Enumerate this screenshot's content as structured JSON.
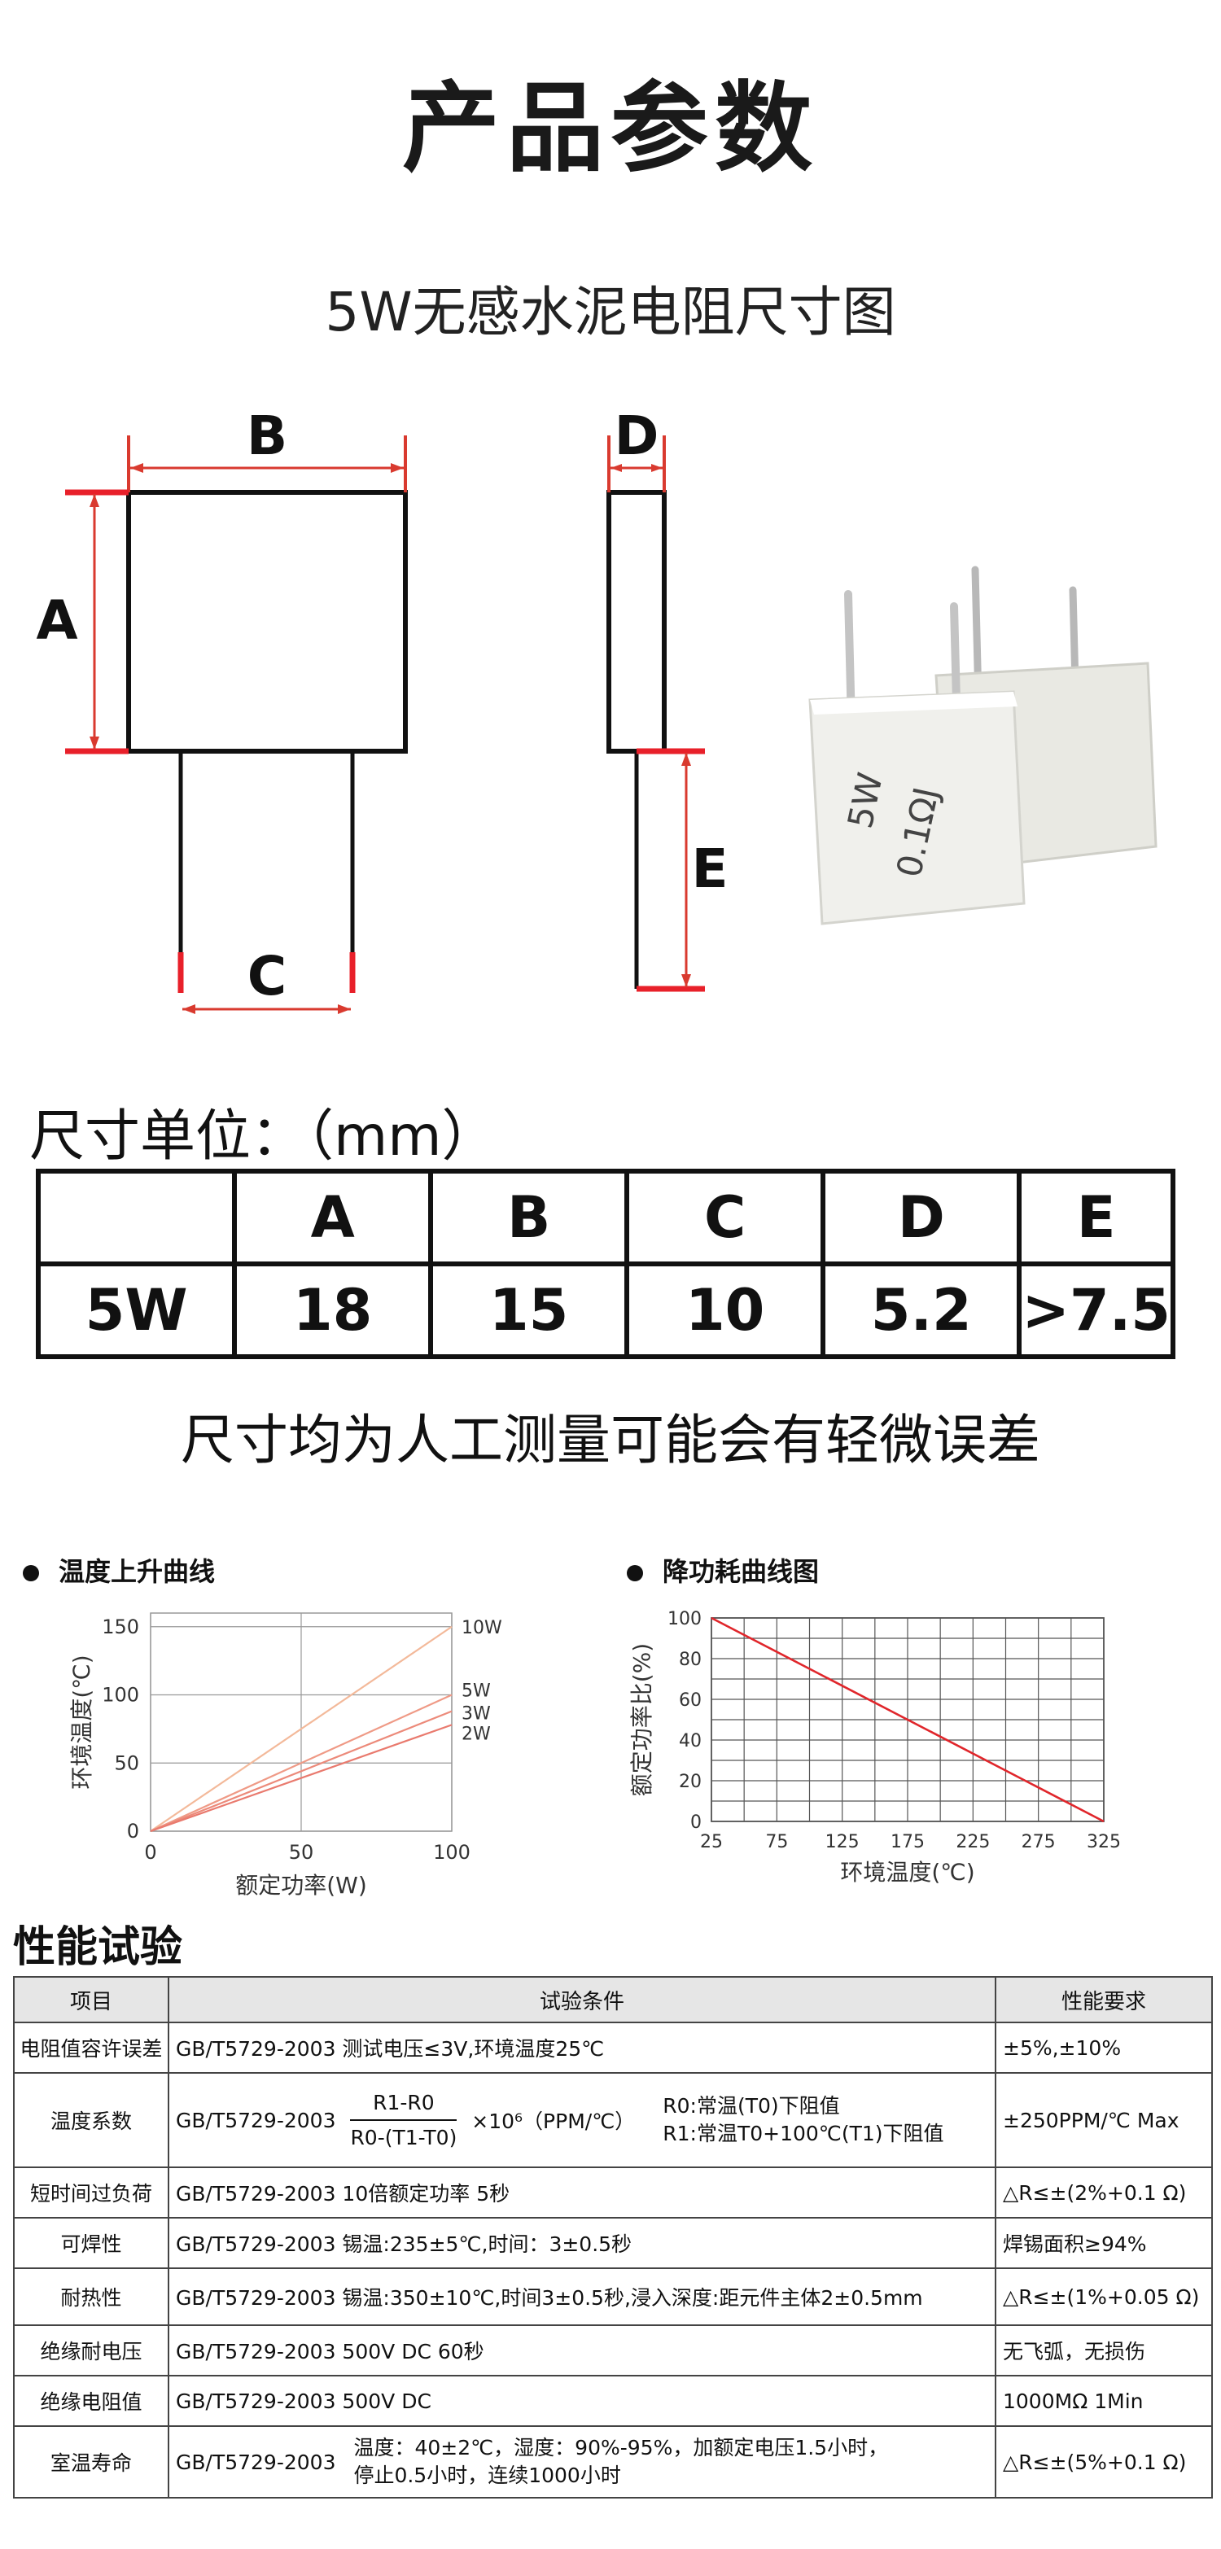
{
  "header": {
    "title": "产品参数",
    "subtitle": "5W无感水泥电阻尺寸图"
  },
  "drawing": {
    "labels": {
      "a": "A",
      "b": "B",
      "c": "C",
      "d": "D",
      "e": "E"
    },
    "resistor_marking_1": "5W",
    "resistor_marking_2": "0.1ΩJ"
  },
  "dimensions": {
    "unit_label": "尺寸单位：（mm）",
    "headers": [
      "",
      "A",
      "B",
      "C",
      "D",
      "E"
    ],
    "row": [
      "5W",
      "18",
      "15",
      "10",
      "5.2",
      ">7.5"
    ],
    "note": "尺寸均为人工测量可能会有轻微误差"
  },
  "colors": {
    "accent_red": "#e8202a",
    "line_red": "#d93a2f",
    "chart_orange": "#f0a878"
  },
  "chart_data": [
    {
      "type": "line",
      "title": "温度上升曲线",
      "xlabel": "额定功率(W)",
      "ylabel": "环境温度(℃)",
      "xlim": [
        0,
        100
      ],
      "ylim": [
        0,
        160
      ],
      "x_ticks": [
        "0",
        "50",
        "100"
      ],
      "y_ticks": [
        "0",
        "50",
        "100",
        "150"
      ],
      "grid": true,
      "series": [
        {
          "name": "10W",
          "x": [
            0,
            100
          ],
          "y": [
            0,
            150
          ]
        },
        {
          "name": "5W",
          "x": [
            0,
            100
          ],
          "y": [
            0,
            100
          ]
        },
        {
          "name": "3W",
          "x": [
            0,
            100
          ],
          "y": [
            0,
            88
          ]
        },
        {
          "name": "2W",
          "x": [
            0,
            100
          ],
          "y": [
            0,
            78
          ]
        }
      ]
    },
    {
      "type": "line",
      "title": "降功耗曲线图",
      "xlabel": "环境温度(℃)",
      "ylabel": "额定功率比(%)",
      "xlim": [
        25,
        325
      ],
      "ylim": [
        0,
        100
      ],
      "x_ticks": [
        "25",
        "75",
        "125",
        "175",
        "225",
        "275",
        "325"
      ],
      "y_ticks": [
        "0",
        "20",
        "40",
        "60",
        "80",
        "100"
      ],
      "grid": true,
      "series": [
        {
          "x": [
            25,
            325
          ],
          "y": [
            100,
            0
          ]
        }
      ]
    }
  ],
  "performance": {
    "title": "性能试验",
    "headers": [
      "项目",
      "试验条件",
      "性能要求"
    ],
    "rows": [
      {
        "item": "电阻值容许误差",
        "condition": "GB/T5729-2003   测试电压≤3V,环境温度25℃",
        "requirement": "±5%,±10%"
      },
      {
        "item": "温度系数",
        "standard": "GB/T5729-2003",
        "numerator": "R1-R0",
        "denominator": "R0-(T1-T0)",
        "factor": "×10⁶（PPM/℃）",
        "note1": "R0:常温(T0)下阻值",
        "note2": "R1:常温T0+100℃(T1)下阻值",
        "requirement": "±250PPM/℃ Max"
      },
      {
        "item": "短时间过负荷",
        "condition": "GB/T5729-2003  10倍额定功率  5秒",
        "requirement": "△R≤±(2%+0.1 Ω)"
      },
      {
        "item": "可焊性",
        "condition": "GB/T5729-2003  锡温:235±5℃,时间：3±0.5秒",
        "requirement": "焊锡面积≥94%"
      },
      {
        "item": "耐热性",
        "condition": "GB/T5729-2003  锡温:350±10℃,时间3±0.5秒,浸入深度:距元件主体2±0.5mm",
        "requirement": "△R≤±(1%+0.05 Ω)"
      },
      {
        "item": "绝缘耐电压",
        "condition": "GB/T5729-2003    500V  DC  60秒",
        "requirement": "无飞弧，无损伤"
      },
      {
        "item": "绝缘电阻值",
        "condition": "GB/T5729-2003    500V  DC",
        "requirement": "1000MΩ  1Min"
      },
      {
        "item": "室温寿命",
        "standard": "GB/T5729-2003",
        "line1": "温度：40±2℃，湿度：90%-95%，加额定电压1.5小时，",
        "line2": "停止0.5小时，连续1000小时",
        "requirement": "△R≤±(5%+0.1 Ω)"
      }
    ]
  }
}
